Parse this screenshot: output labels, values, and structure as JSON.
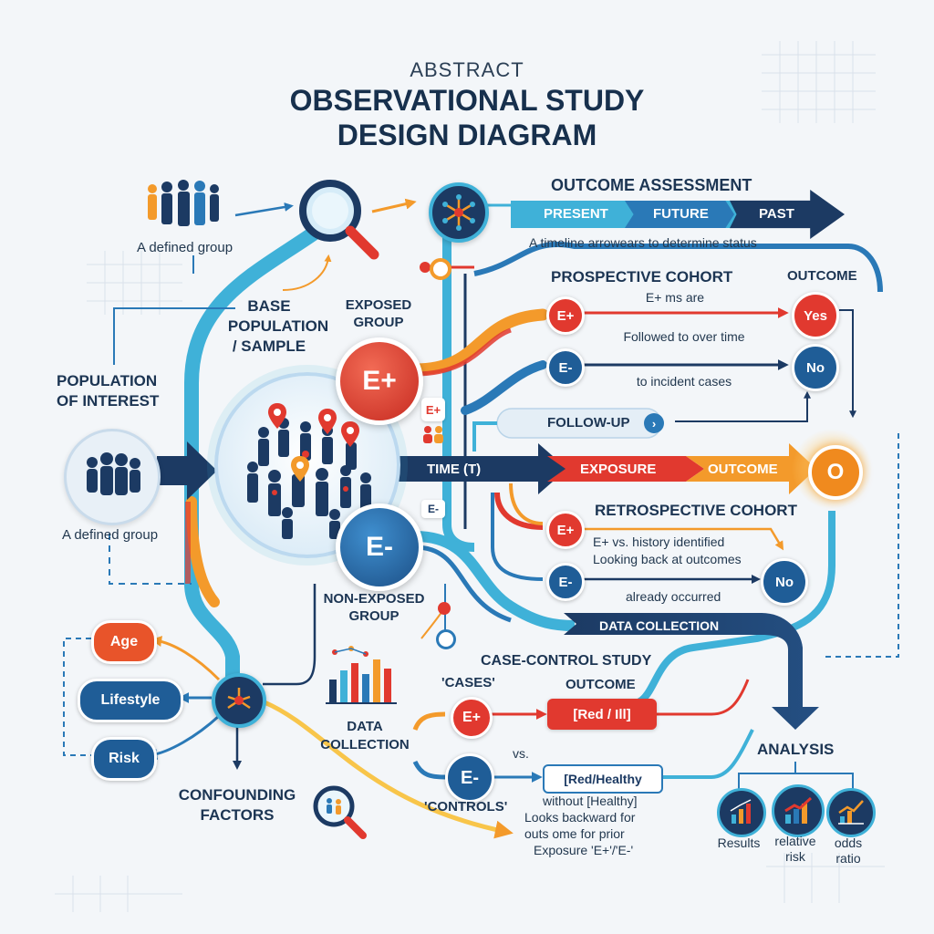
{
  "title": {
    "line1": "ABSTRACT",
    "line2": "OBSERVATIONAL STUDY",
    "line3": "DESIGN DIAGRAM"
  },
  "population": {
    "label_line1": "POPULATION",
    "label_line2": "OF INTEREST",
    "defined_group_top": "A defined group",
    "defined_group_bottom": "A defined group"
  },
  "base": {
    "line1": "BASE",
    "line2": "POPULATION",
    "line3": "/ SAMPLE"
  },
  "groups": {
    "exposed_line1": "EXPOSED",
    "exposed_line2": "GROUP",
    "non_exposed_line1": "NON-EXPOSED",
    "non_exposed_line2": "GROUP",
    "e_plus": "E+",
    "e_minus": "E-"
  },
  "outcome_assessment": {
    "title": "OUTCOME ASSESSMENT",
    "stages": [
      "PRESENT",
      "FUTURE",
      "PAST"
    ],
    "note": "A timeline arrowears to determine status"
  },
  "prospective": {
    "title": "PROSPECTIVE COHORT",
    "outcome_label": "OUTCOME",
    "line1": "E+ ms are",
    "line2": "Followed to over time",
    "line3": "to incident cases",
    "yes": "Yes",
    "no": "No"
  },
  "follow_up": "FOLLOW-UP",
  "timeline": {
    "time": "TIME (T)",
    "exposure": "EXPOSURE",
    "outcome": "OUTCOME",
    "circle": "O"
  },
  "retrospective": {
    "title": "RETROSPECTIVE COHORT",
    "line1": "E+ vs. history identified",
    "line2": "Looking back at outcomes",
    "line3": "already occurred",
    "no": "No"
  },
  "data_collection": {
    "band": "DATA COLLECTION",
    "left_line1": "DATA",
    "left_line2": "COLLECTION"
  },
  "case_control": {
    "title": "CASE-CONTROL STUDY",
    "cases": "'CASES'",
    "outcome": "OUTCOME",
    "red_ill": "[Red / Ill]",
    "vs": "vs.",
    "red_healthy": "[Red/Healthy",
    "controls": "'CONTROLS'",
    "without": "without [Healthy]",
    "looks1": "Looks backward for",
    "looks2": "outs ome for prior",
    "looks3": "Exposure 'E+'/'E-'"
  },
  "confounding": {
    "age": "Age",
    "lifestyle": "Lifestyle",
    "risk": "Risk",
    "line1": "CONFOUNDING",
    "line2": "FACTORS"
  },
  "analysis": {
    "title": "ANALYSIS",
    "results": "Results",
    "relative1": "relative",
    "relative2": "risk",
    "odds1": "odds",
    "odds2": "ratio"
  },
  "colors": {
    "navy": "#1c3a63",
    "blue": "#2a79b7",
    "sky": "#3fb1d8",
    "red": "#e1392f",
    "orange": "#f39a2b",
    "background": "#f3f6f9"
  },
  "icons": [
    "people-icon",
    "magnifier-icon",
    "network-icon",
    "bar-chart-icon",
    "trend-chart-icon",
    "location-pin-icon"
  ]
}
